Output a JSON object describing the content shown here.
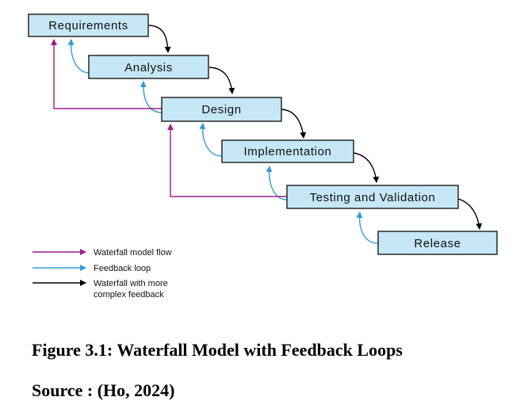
{
  "stages": [
    {
      "id": "requirements",
      "label": "Requirements"
    },
    {
      "id": "analysis",
      "label": "Analysis"
    },
    {
      "id": "design",
      "label": "Design"
    },
    {
      "id": "implementation",
      "label": "Implementation"
    },
    {
      "id": "testing",
      "label": "Testing and Validation"
    },
    {
      "id": "release",
      "label": "Release"
    }
  ],
  "legend": [
    {
      "id": "waterfall-flow",
      "line1": "Waterfall model flow",
      "line2": "",
      "color": "#9b1f8c"
    },
    {
      "id": "feedback-loop",
      "line1": "Feedback loop",
      "line2": "",
      "color": "#2e9bd8"
    },
    {
      "id": "complex-feedback",
      "line1": "Waterfall with more",
      "line2": "complex feedback",
      "color": "#000000"
    }
  ],
  "colors": {
    "box_fill": "#c6e7f5",
    "box_border": "#1b1b1b",
    "waterfall": "#000000",
    "feedback": "#2e9bd8",
    "complex_feedback": "#9b1f8c"
  },
  "caption": "Figure 3.1: Waterfall Model with Feedback Loops",
  "source": "Source : (Ho, 2024)"
}
